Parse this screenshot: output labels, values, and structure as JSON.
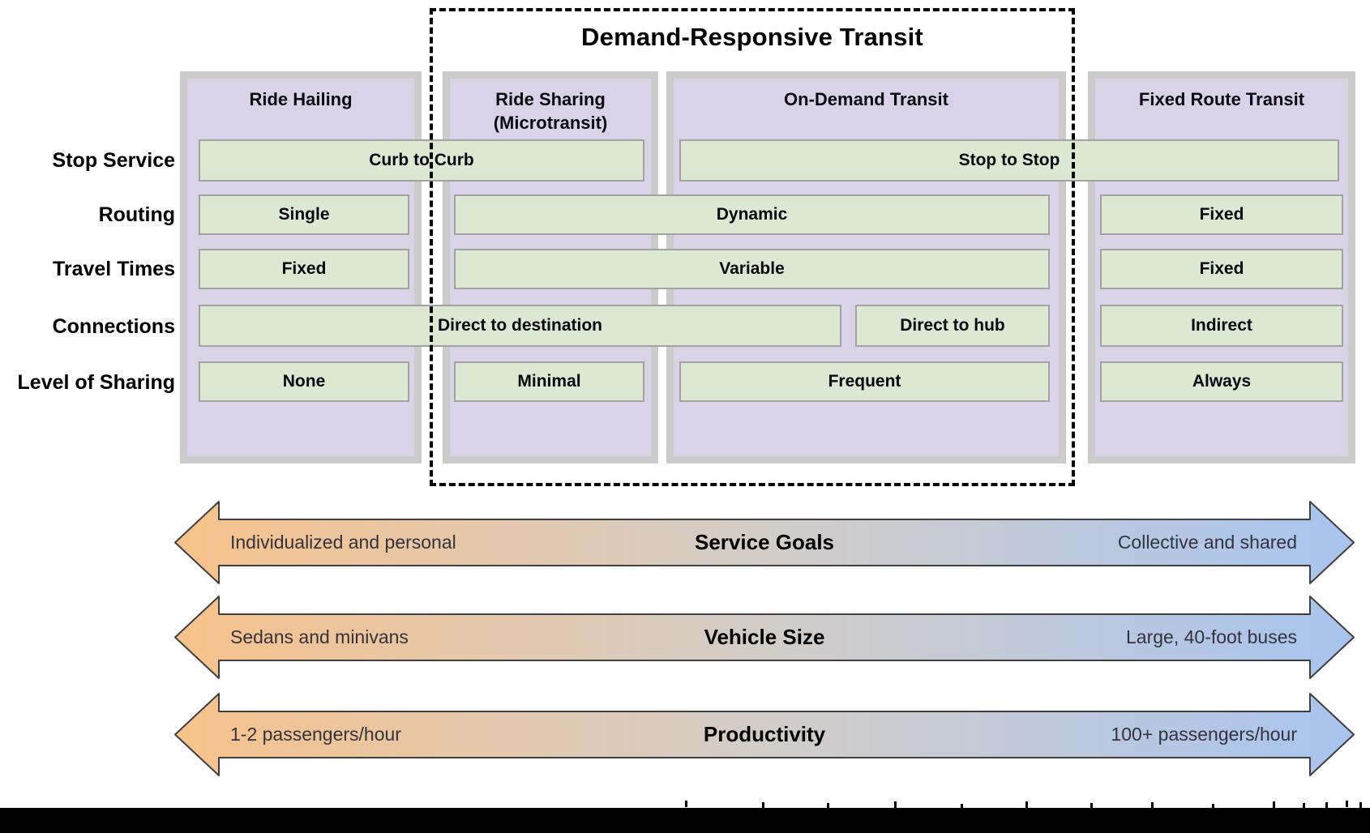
{
  "title": "Demand-Responsive Transit",
  "columns": [
    {
      "label": "Ride Hailing",
      "sublabel": ""
    },
    {
      "label": "Ride Sharing",
      "sublabel": "(Microtransit)"
    },
    {
      "label": "On-Demand Transit",
      "sublabel": ""
    },
    {
      "label": "Fixed Route Transit",
      "sublabel": ""
    }
  ],
  "row_labels": [
    "Stop Service",
    "Routing",
    "Travel Times",
    "Connections",
    "Level of Sharing"
  ],
  "cells": {
    "stop_service_left": "Curb to Curb",
    "stop_service_right": "Stop to Stop",
    "routing_single": "Single",
    "routing_dynamic": "Dynamic",
    "routing_fixed": "Fixed",
    "travel_fixed_left": "Fixed",
    "travel_variable": "Variable",
    "travel_fixed_right": "Fixed",
    "connections_direct_destination": "Direct to destination",
    "connections_direct_hub": "Direct to hub",
    "connections_indirect": "Indirect",
    "sharing_none": "None",
    "sharing_minimal": "Minimal",
    "sharing_frequent": "Frequent",
    "sharing_always": "Always"
  },
  "arrows": [
    {
      "left": "Individualized and personal",
      "center": "Service Goals",
      "right": "Collective and shared"
    },
    {
      "left": "Sedans and minivans",
      "center": "Vehicle Size",
      "right": "Large, 40-foot buses"
    },
    {
      "left": "1-2 passengers/hour",
      "center": "Productivity",
      "right": "100+ passengers/hour"
    }
  ],
  "colors": {
    "panel_fill": "#d9d3e8",
    "panel_border": "#cbcbcb",
    "cell_fill": "#dce8d2",
    "cell_border": "#a2a2a2",
    "dashed_border": "#000000",
    "arrow_gradient_left": "#f7c28b",
    "arrow_gradient_mid": "#d3cdc8",
    "arrow_gradient_right": "#a8c4ef",
    "bottom_bar": "#000000"
  }
}
